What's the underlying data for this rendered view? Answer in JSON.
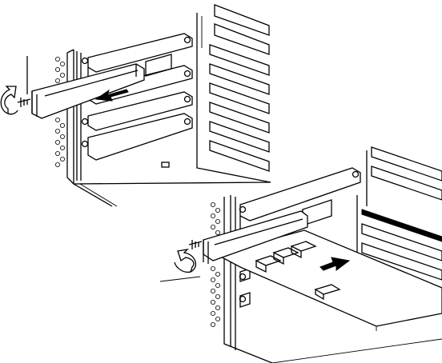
{
  "figure": {
    "kind": "line-art installation diagram",
    "panels": [
      {
        "id": "remove-bracket",
        "description_visible_text": ""
      },
      {
        "id": "insert-card",
        "description_visible_text": ""
      }
    ],
    "icons": {
      "rotate_ccw": "rotate-counterclockwise-icon",
      "arrow_out": "arrow-left-icon",
      "arrow_in": "arrow-right-icon",
      "screw": "screw-icon"
    },
    "colors": {
      "line": "#000000",
      "background": "#ffffff"
    }
  }
}
